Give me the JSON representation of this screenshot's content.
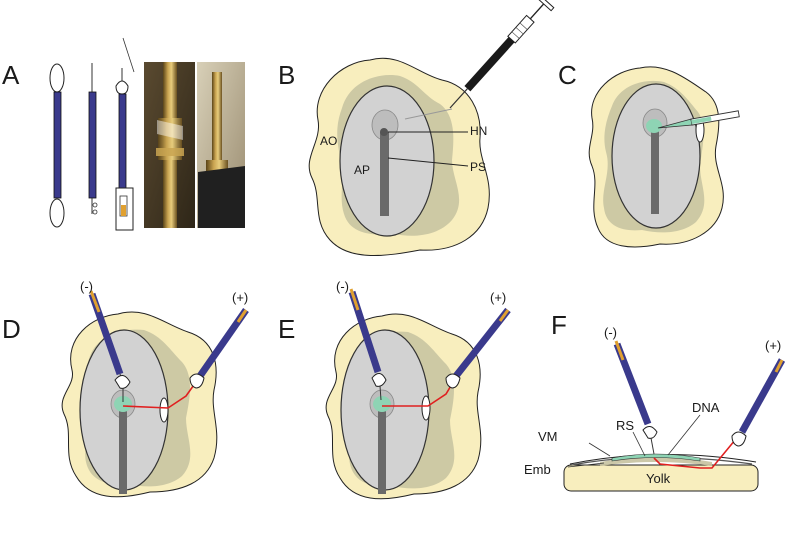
{
  "panels": {
    "A": "A",
    "B": "B",
    "C": "C",
    "D": "D",
    "E": "E",
    "F": "F"
  },
  "labels_b": {
    "hn": "HN",
    "ps": "PS",
    "ao": "AO",
    "ap": "AP"
  },
  "labels_f": {
    "vm": "VM",
    "rs": "RS",
    "dna": "DNA",
    "emb": "Emb",
    "yolk": "Yolk"
  },
  "polarity": {
    "neg": "(-)",
    "pos": "(+)"
  },
  "colors": {
    "yolk": "#f8eebe",
    "area_opaca": "#c6c2a0",
    "area_pellucida": "#d2d2d2",
    "streak": "#6a6a6a",
    "electrode": "#3a3a8c",
    "gold": "#e0a030",
    "dna": "#8ed4b4",
    "current": "#e02020"
  }
}
